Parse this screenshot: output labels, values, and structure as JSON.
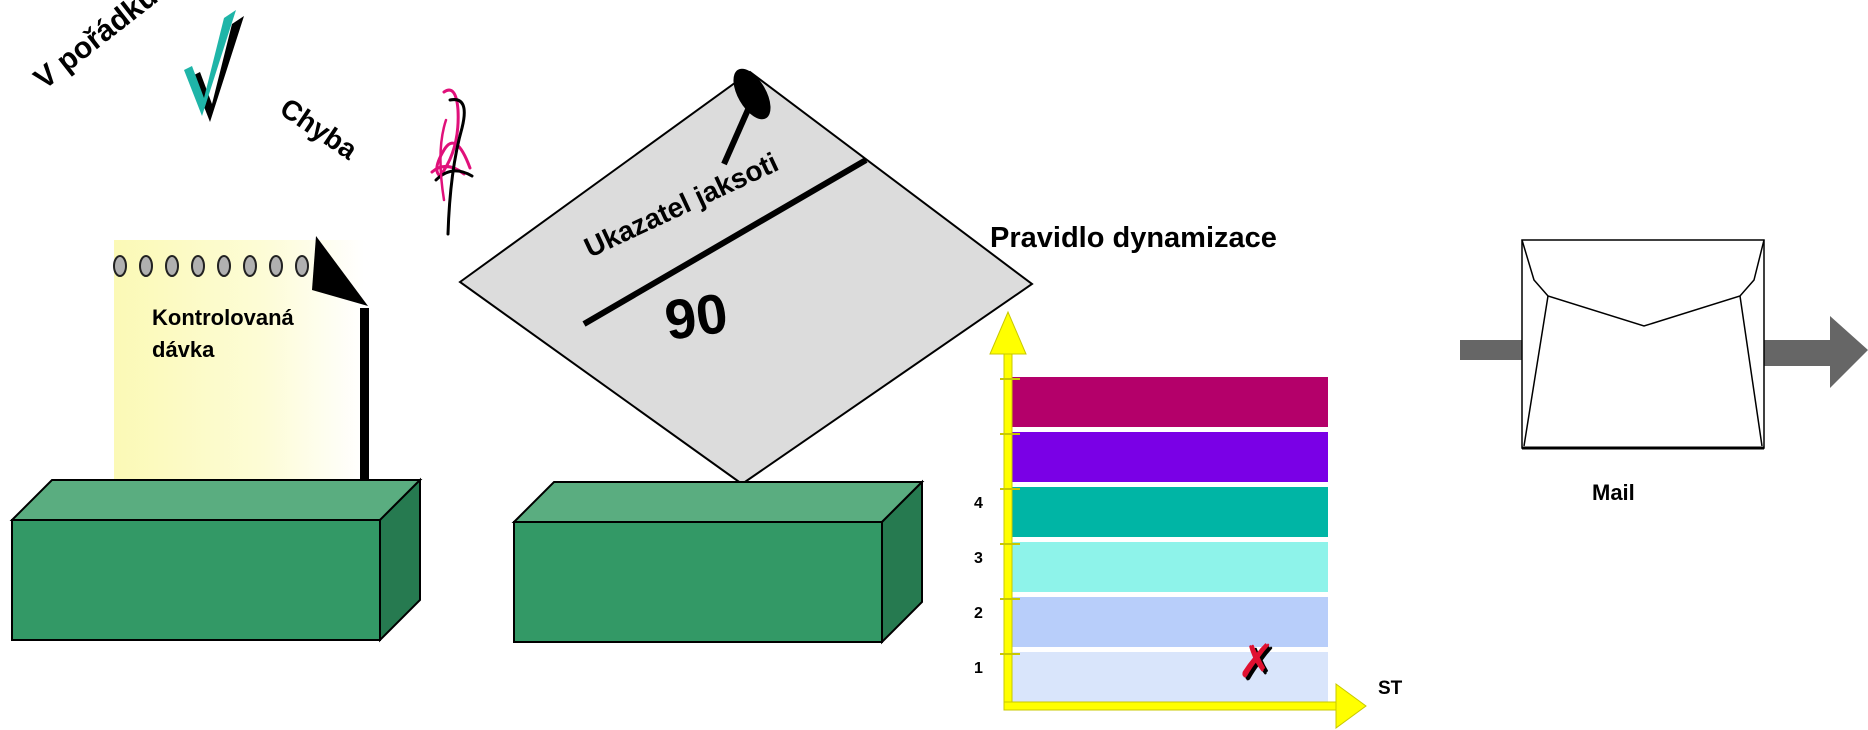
{
  "labels": {
    "ok": "V pořádku",
    "error": "Chyba",
    "batch_line1": "Kontrolovaná",
    "batch_line2": "dávka",
    "indicator": "Ukazatel jaksoti",
    "indicator_value": "90",
    "rule_title": "Pravidlo dynamizace",
    "mail": "Mail",
    "axis_x": "ST"
  },
  "scale_ticks": [
    "1",
    "2",
    "3",
    "4"
  ],
  "bands": [
    {
      "color": "#d9e5fb"
    },
    {
      "color": "#b8cefa"
    },
    {
      "color": "#8ef3ea"
    },
    {
      "color": "#00b5a5"
    },
    {
      "color": "#7a00e6"
    },
    {
      "color": "#b4006a"
    }
  ],
  "colors": {
    "box_front": "#339966",
    "box_top": "#5aad80",
    "box_side": "#267a50",
    "check": "#1fb5a8",
    "notepad_yellow": "#fbf9b6",
    "diamond": "#dcdcdc",
    "axis_yellow": "#ffff00",
    "arrow_gray": "#666666",
    "cross_red": "#e01030"
  },
  "icons": [
    "check-icon",
    "signature-icon",
    "pin-icon",
    "envelope-icon",
    "cross-icon"
  ]
}
